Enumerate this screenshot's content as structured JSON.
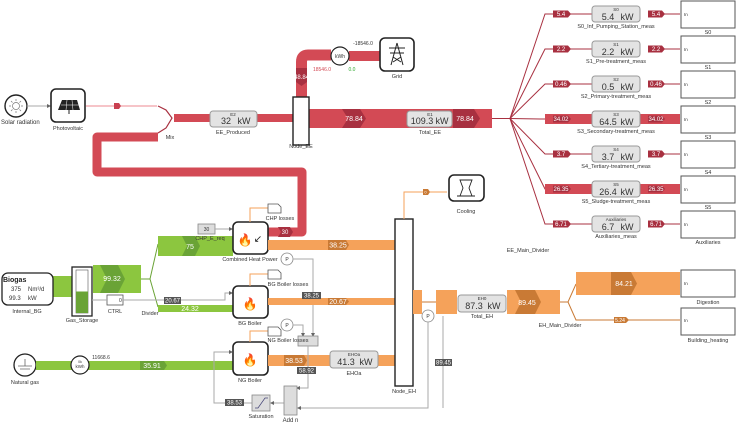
{
  "colors": {
    "electric": "#d34a55",
    "electric_dark": "#a83040",
    "gas": "#8cc63f",
    "gas_dark": "#6aa336",
    "heat": "#f5a25a",
    "heat_dark": "#c97a35"
  },
  "sources": {
    "solar": "Solar radiation",
    "pv": "Photovoltaic",
    "mix": "Mix",
    "natural_gas": "Natural gas",
    "ng_meter_unit": "kWh",
    "ng_meter_prefix": "0k",
    "ng_meter_value": "11668.6"
  },
  "ee": {
    "produced": {
      "title": "E2",
      "value": "32",
      "unit": "kW",
      "label": "EE_Produced"
    },
    "node": "Node_EE",
    "grid": {
      "label": "Grid",
      "meter_unit": "kWh",
      "export": "-18546.0",
      "import": "18546.0",
      "net": "0.0",
      "flow": "48.84"
    },
    "flow_main": "78.84",
    "total": {
      "title": "E1",
      "value": "109.3",
      "unit": "kW",
      "label": "Total_EE",
      "flow": "78.84"
    },
    "divider_label": "EE_Main_Divider",
    "branches": [
      {
        "flow": "5.4",
        "title": "S0",
        "value": "5.4",
        "unit": "kW",
        "label": "S0_Inf_Pumping_Station_meas",
        "sink": "S0",
        "thick": false
      },
      {
        "flow": "2.2",
        "title": "S1",
        "value": "2.2",
        "unit": "kW",
        "label": "S1_Pre-treatment_meas",
        "sink": "S1",
        "thick": false
      },
      {
        "flow": "0.46",
        "title": "S2",
        "value": "0.5",
        "unit": "kW",
        "label": "S2_Primary-treatment_meas",
        "sink": "S2",
        "thick": false
      },
      {
        "flow": "34.02",
        "title": "S3",
        "value": "64.5",
        "unit": "kW",
        "label": "S3_Secondary-treatment_meas",
        "sink": "S3",
        "thick": true
      },
      {
        "flow": "3.7",
        "title": "S4",
        "value": "3.7",
        "unit": "kW",
        "label": "S4_Tertiary-treatment_meas",
        "sink": "S4",
        "thick": false
      },
      {
        "flow": "26.35",
        "title": "S5",
        "value": "26.4",
        "unit": "kW",
        "label": "S5_Sludge-treatment_meas",
        "sink": "S5",
        "thick": true
      },
      {
        "flow": "6.71",
        "title": "Auxiliaries",
        "value": "6.7",
        "unit": "kW",
        "label": "Auxiliaries_meas",
        "sink": "Auxiliaries",
        "thick": false
      }
    ],
    "sink_port": "In",
    "chp_return": "30"
  },
  "gas": {
    "biogas": {
      "title": "Biogas",
      "flow_value": "375",
      "flow_unit": "Nm³/d",
      "power_value": "99.3",
      "power_unit": "kW",
      "label": "Internal_BG"
    },
    "storage": "Gas_Storage",
    "storage_level": 0.5,
    "ctrl": {
      "label": "CTRL",
      "value": "0"
    },
    "storage_flow": "99.32",
    "divider": "Divider",
    "to_chp": "75",
    "to_bg": "24.32",
    "bg_req": "20.67",
    "ng_flow": "35.91"
  },
  "units": {
    "chp": {
      "label": "Combined Heat Power",
      "req_label": "CHP_E_req",
      "req_value": "30",
      "losses": "CHP losses",
      "heat": "38.25"
    },
    "bg": {
      "label": "BG Boiler",
      "losses": "BG Boiler losses",
      "heat": "20.67",
      "signal": "38.25"
    },
    "ng": {
      "label": "NG Boiler",
      "losses": "NG Boiler losses",
      "heat": "38.53",
      "signal": "58.92"
    },
    "p": "P"
  },
  "heat": {
    "ehoa": {
      "title": "EHOa",
      "value": "41.3",
      "unit": "kW",
      "label": "EHOa"
    },
    "node": "Node_EH",
    "cooling": {
      "label": "Cooling",
      "flow": "0"
    },
    "total": {
      "title": "EH0",
      "value": "87.3",
      "unit": "kW",
      "label": "Total_EH",
      "flow": "89.45"
    },
    "feedback": "89.45",
    "divider": "EH_Main_Divider",
    "digestion": {
      "flow": "84.21",
      "label": "Digestion"
    },
    "building": {
      "flow": "5.24",
      "label": "Building_heating"
    }
  },
  "control": {
    "saturation": "Saturation",
    "add": "Add n",
    "sat_value": "38.53"
  }
}
